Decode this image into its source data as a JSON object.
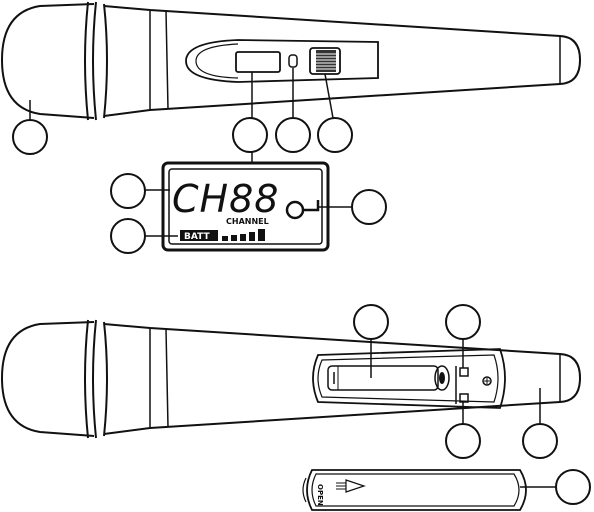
{
  "lcd": {
    "channel_display": "CH88",
    "channel_label": "CHANNEL",
    "battery_label": "BATT"
  },
  "battery_door": {
    "open_label": "OPEN"
  },
  "colors": {
    "line": "#111111",
    "fill": "#ffffff",
    "display_background": "#111111"
  }
}
